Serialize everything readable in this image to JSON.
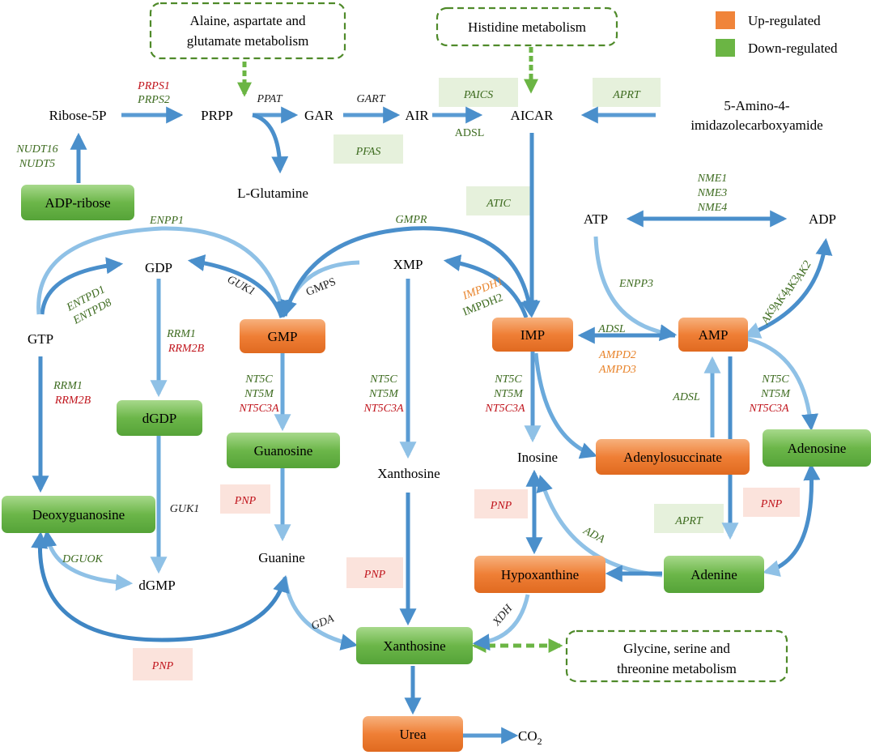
{
  "legend": {
    "up_label": "Up-regulated",
    "down_label": "Down-regulated",
    "up_color": "#f0843a",
    "down_color": "#6bb544"
  },
  "pathways": {
    "alanine_line1": "Alaine, aspartate and",
    "alanine_line2": "glutamate  metabolism",
    "histidine": "Histidine metabolism",
    "glycine_line1": "Glycine, serine and",
    "glycine_line2": "threonine metabolism"
  },
  "metabolites": {
    "ribose5p": "Ribose-5P",
    "prpp": "PRPP",
    "gar": "GAR",
    "air": "AIR",
    "aicar": "AICAR",
    "aminoimidazole_line1": "5-Amino-4-",
    "aminoimidazole_line2": "imidazolecarboxyamide",
    "lglutamine": "L-Glutamine",
    "atp": "ATP",
    "adp": "ADP",
    "gdp": "GDP",
    "xmp": "XMP",
    "gtp": "GTP",
    "inosine": "Inosine",
    "xanthosine_free": "Xanthosine",
    "guanine": "Guanine",
    "dgmp": "dGMP",
    "co2_main": "CO",
    "co2_sub": "2"
  },
  "boxes": {
    "adp_ribose": "ADP-ribose",
    "gmp": "GMP",
    "imp": "IMP",
    "amp": "AMP",
    "dgdp": "dGDP",
    "guanosine": "Guanosine",
    "adenylosuccinate": "Adenylosuccinate",
    "adenosine": "Adenosine",
    "deoxyguanosine": "Deoxyguanosine",
    "hypoxanthine": "Hypoxanthine",
    "adenine": "Adenine",
    "xanthosine": "Xanthosine",
    "urea": "Urea"
  },
  "enzymes": {
    "prps1": "PRPS1",
    "prps2": "PRPS2",
    "ppat": "PPAT",
    "gart": "GART",
    "paics": "PAICS",
    "aprt_top": "APRT",
    "adsl_top": "ADSL",
    "pfas": "PFAS",
    "nudt16": "NUDT16",
    "nudt5": "NUDT5",
    "atic": "ATIC",
    "nme1": "NME1",
    "nme3": "NME3",
    "nme4": "NME4",
    "enpp1": "ENPP1",
    "gmpr": "GMPR",
    "guk1_top": "GUK1",
    "gmps": "GMPS",
    "entpd1": "ENTPD1",
    "entpd8": "ENTPD8",
    "impdh1": "IMPDH1",
    "impdh2": "IMPDH2",
    "enpp3": "ENPP3",
    "ak2": "AK2",
    "ak3": "AK3",
    "ak4": "AK4",
    "ak9": "AK9",
    "rrm1_a": "RRM1",
    "rrm2b_a": "RRM2B",
    "rrm1_b": "RRM1",
    "rrm2b_b": "RRM2B",
    "adsl_mid": "ADSL",
    "ampd2": "AMPD2",
    "ampd3": "AMPD3",
    "nt5c_a": "NT5C",
    "nt5m_a": "NT5M",
    "nt5c3a_a": "NT5C3A",
    "nt5c_b": "NT5C",
    "nt5m_b": "NT5M",
    "nt5c3a_b": "NT5C3A",
    "nt5c_c": "NT5C",
    "nt5m_c": "NT5M",
    "nt5c3a_c": "NT5C3A",
    "nt5c_d": "NT5C",
    "nt5m_d": "NT5M",
    "nt5c3a_d": "NT5C3A",
    "adsl_low": "ADSL",
    "pnp_a": "PNP",
    "pnp_b": "PNP",
    "pnp_c": "PNP",
    "pnp_d": "PNP",
    "pnp_e": "PNP",
    "guk1_low": "GUK1",
    "aprt_low": "APRT",
    "ada": "ADA",
    "dguok": "DGUOK",
    "gda": "GDA",
    "xdh": "XDH"
  },
  "colors": {
    "green_text": "#3d6b1f",
    "red_text": "#c0141c",
    "orange_text": "#e8832a",
    "dark_text": "#222222",
    "arrow_light": "#8fc1e6",
    "arrow_dark": "#3f86c4",
    "highlight_green": "#e6f1dc",
    "highlight_pink": "#fbe3dc",
    "dashed_green": "#4f8a2a"
  }
}
